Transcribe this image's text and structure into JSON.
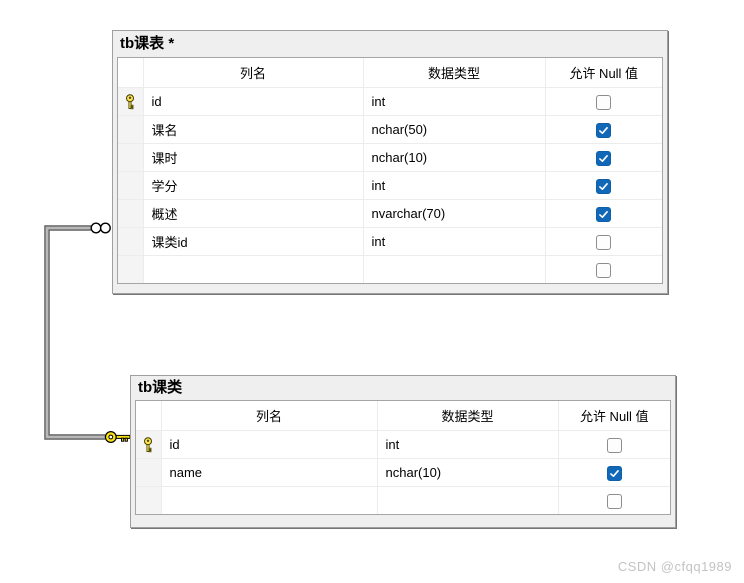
{
  "page": {
    "watermark": "CSDN @cfqq1989"
  },
  "colors": {
    "checkbox_checked": "#1168b8",
    "key_yellow": "#f7e112",
    "window_background": "#efefef",
    "connector_gray": "#b8b8b8"
  },
  "tables": [
    {
      "title": "tb课表 *",
      "columns": [
        "列名",
        "数据类型",
        "允许 Null 值"
      ],
      "rows": [
        {
          "key": "pk",
          "name": "id",
          "type": "int",
          "nullable": "unchecked"
        },
        {
          "key": "no-pk",
          "name": "课名",
          "type": "nchar(50)",
          "nullable": "checked"
        },
        {
          "key": "no-pk",
          "name": "课时",
          "type": "nchar(10)",
          "nullable": "checked"
        },
        {
          "key": "no-pk",
          "name": "学分",
          "type": "int",
          "nullable": "checked"
        },
        {
          "key": "no-pk",
          "name": "概述",
          "type": "nvarchar(70)",
          "nullable": "checked"
        },
        {
          "key": "no-pk",
          "name": "课类id",
          "type": "int",
          "nullable": "unchecked"
        },
        {
          "key": "no-pk",
          "name": "",
          "type": "",
          "nullable": "unchecked"
        }
      ]
    },
    {
      "title": "tb课类",
      "columns": [
        "列名",
        "数据类型",
        "允许 Null 值"
      ],
      "rows": [
        {
          "key": "pk",
          "name": "id",
          "type": "int",
          "nullable": "unchecked"
        },
        {
          "key": "no-pk",
          "name": "name",
          "type": "nchar(10)",
          "nullable": "checked"
        },
        {
          "key": "no-pk",
          "name": "",
          "type": "",
          "nullable": "unchecked"
        }
      ]
    }
  ],
  "relationship": {
    "many_end": "infinity-icon",
    "one_end": "key-icon"
  }
}
